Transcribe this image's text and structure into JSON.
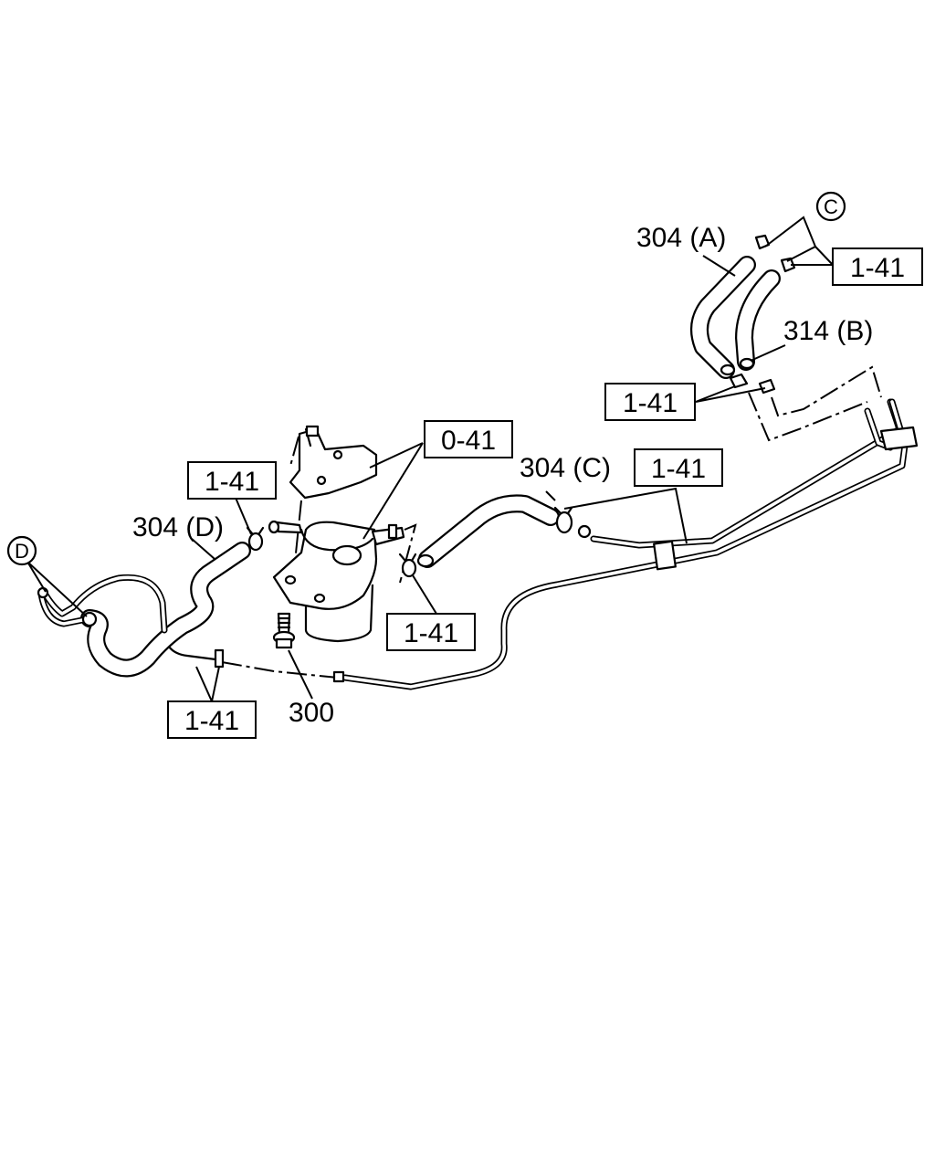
{
  "callouts": {
    "part_304_a": "304 (A)",
    "part_314_b": "314 (B)",
    "part_304_c": "304 (C)",
    "part_304_d": "304 (D)",
    "part_300": "300",
    "ref_0_41": "0-41",
    "ref_1_41_top_right": "1-41",
    "ref_1_41_right_mid": "1-41",
    "ref_1_41_center_right": "1-41",
    "ref_1_41_left_top": "1-41",
    "ref_1_41_center": "1-41",
    "ref_1_41_bottom_left": "1-41"
  },
  "markers": {
    "c": "C",
    "d": "D"
  }
}
